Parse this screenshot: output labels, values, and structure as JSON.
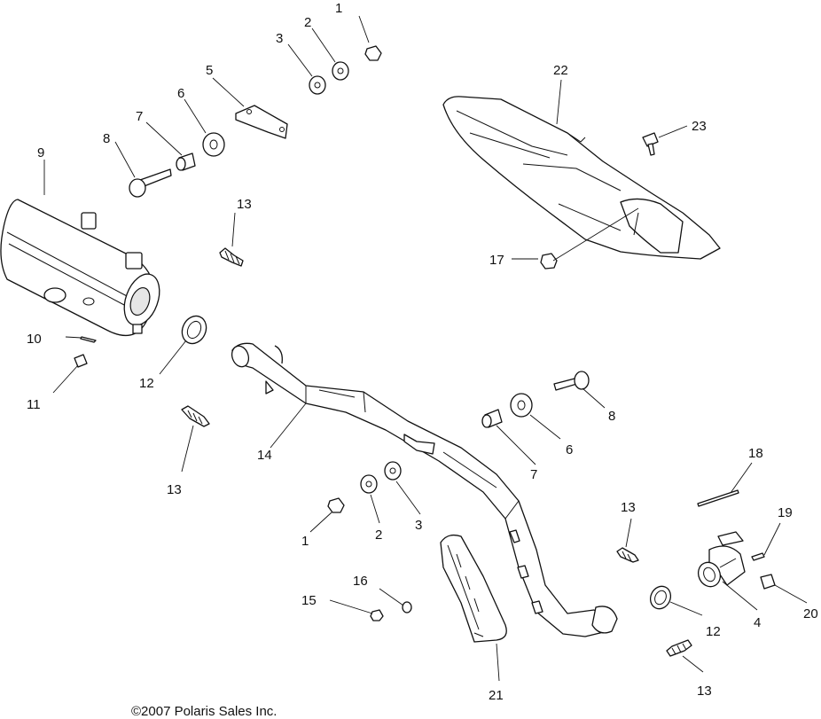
{
  "callouts": {
    "c1_top": "1",
    "c2_top": "2",
    "c3_top": "3",
    "c5": "5",
    "c6_top": "6",
    "c7_top": "7",
    "c8_top": "8",
    "c9": "9",
    "c10": "10",
    "c11": "11",
    "c12_left": "12",
    "c13_upper": "13",
    "c13_left": "13",
    "c14": "14",
    "c22": "22",
    "c23": "23",
    "c17": "17",
    "c8_right": "8",
    "c6_right": "6",
    "c7_right": "7",
    "c1_bottom": "1",
    "c2_bottom": "2",
    "c3_bottom": "3",
    "c13_right": "13",
    "c18": "18",
    "c19": "19",
    "c16": "16",
    "c15": "15",
    "c4": "4",
    "c12_right": "12",
    "c20": "20",
    "c13_bottom": "13",
    "c21": "21"
  },
  "copyright": "©2007 Polaris Sales Inc."
}
